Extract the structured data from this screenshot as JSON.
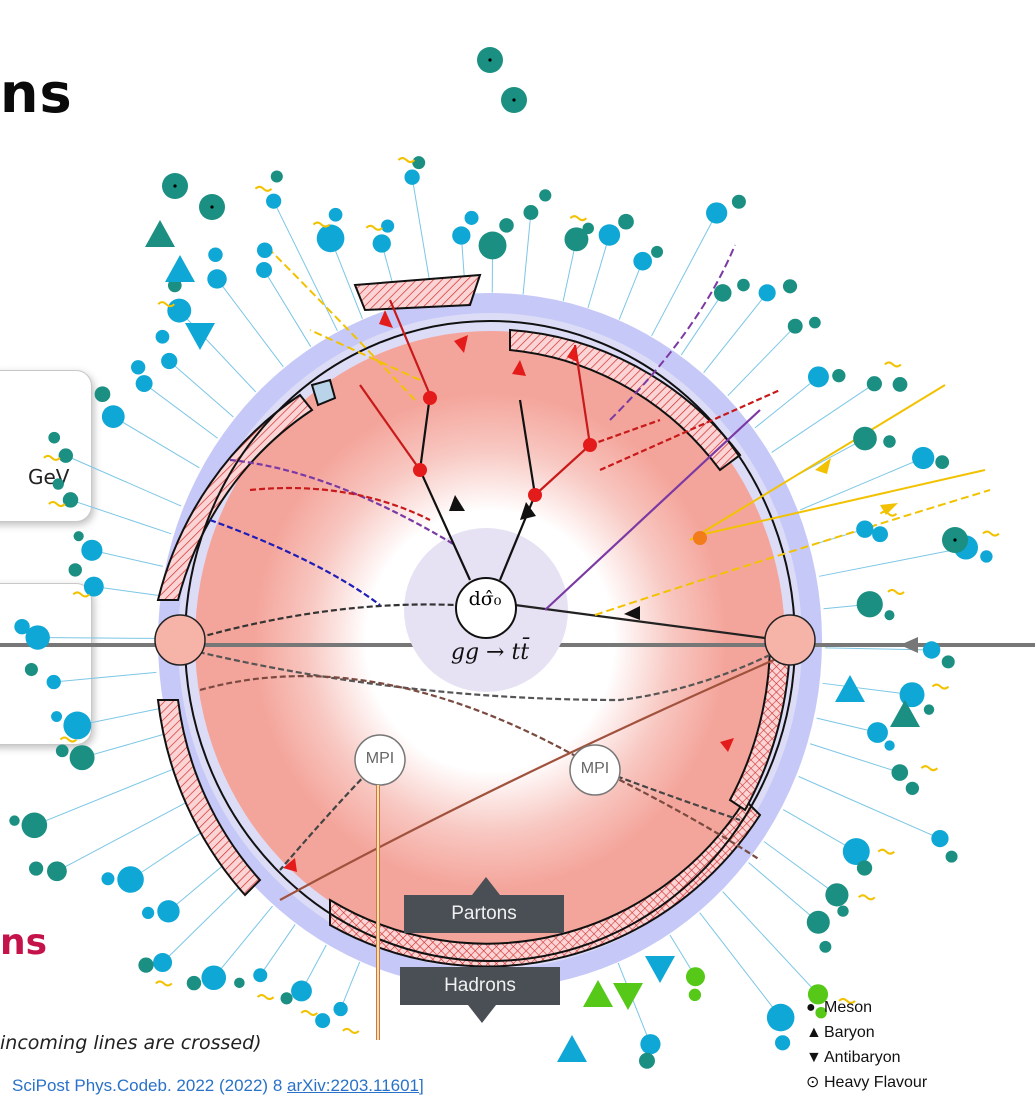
{
  "slide": {
    "title_fragment": "ns",
    "subtitle_fragment": "ns",
    "card_text": "GeV",
    "note_text": "incoming lines are crossed)",
    "citation_prefix": "SciPost Phys.Codeb. 2022 (2022) 8 ",
    "citation_link": "arXiv:2203.11601",
    "citation_suffix": "]"
  },
  "diagram": {
    "hard_process_symbol": "dσ̂₀",
    "hard_process_label": "gg → tt̄",
    "mpi_label_left": "MPI",
    "mpi_label_right": "MPI",
    "partons_tag": "Partons",
    "hadrons_tag": "Hadrons",
    "colors": {
      "ring_outer": "#c6c9f7",
      "ring_inner": "#dcdcf7",
      "core_red": "#f4a59b",
      "hadron_cyan": "#0fa7d6",
      "hadron_teal": "#1a8f82",
      "hadron_green": "#56c817",
      "gluon_red": "#d42a2a",
      "photon_yellow": "#f2c200"
    }
  },
  "legend": {
    "items": [
      {
        "symbol": "circle",
        "label": "Meson"
      },
      {
        "symbol": "triangle-up",
        "label": "Baryon"
      },
      {
        "symbol": "triangle-down",
        "label": "Antibaryon"
      },
      {
        "symbol": "circle-dot",
        "label": "Heavy Flavour"
      }
    ]
  }
}
